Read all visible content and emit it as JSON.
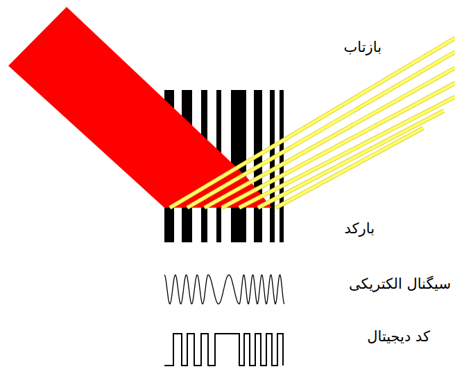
{
  "diagram": {
    "labels": [
      "بازتاب",
      "بارکد",
      "سیگنال الکتریکی",
      "کد دیجیتال"
    ]
  }
}
